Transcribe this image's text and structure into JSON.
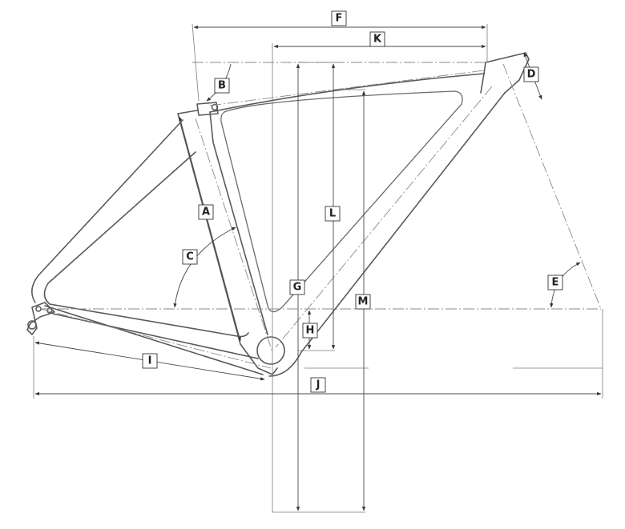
{
  "labels": {
    "A": "A",
    "B": "B",
    "C": "C",
    "D": "D",
    "E": "E",
    "F": "F",
    "G": "G",
    "H": "H",
    "I": "I",
    "J": "J",
    "K": "K",
    "L": "L",
    "M": "M"
  }
}
